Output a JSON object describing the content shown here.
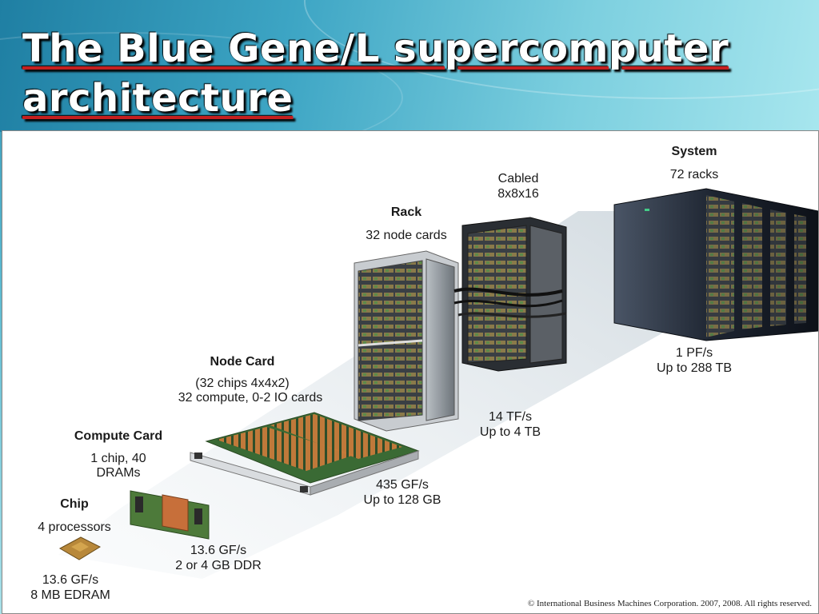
{
  "slide": {
    "title_line1": "The Blue Gene/L supercomputer",
    "title_line2": "architecture"
  },
  "diagram": {
    "system": {
      "heading": "System",
      "sub": "72 racks",
      "perf": "1 PF/s",
      "mem": "Up to 288 TB"
    },
    "cabled": {
      "heading": "Cabled",
      "sub": "8x8x16"
    },
    "rack": {
      "heading": "Rack",
      "sub": "32 node cards",
      "perf": "14 TF/s",
      "mem": "Up to 4 TB"
    },
    "node_card": {
      "heading": "Node Card",
      "sub1": "(32 chips 4x4x2)",
      "sub2": "32 compute, 0-2 IO cards",
      "perf": "435 GF/s",
      "mem": "Up to 128 GB"
    },
    "compute_card": {
      "heading": "Compute Card",
      "sub1": "1 chip, 40",
      "sub2": "DRAMs",
      "perf": "13.6 GF/s",
      "mem": "2 or 4 GB DDR"
    },
    "chip": {
      "heading": "Chip",
      "sub": "4 processors",
      "perf": "13.6 GF/s",
      "mem": "8 MB EDRAM"
    },
    "copyright": "© International Business Machines Corporation. 2007, 2008. All rights reserved."
  }
}
